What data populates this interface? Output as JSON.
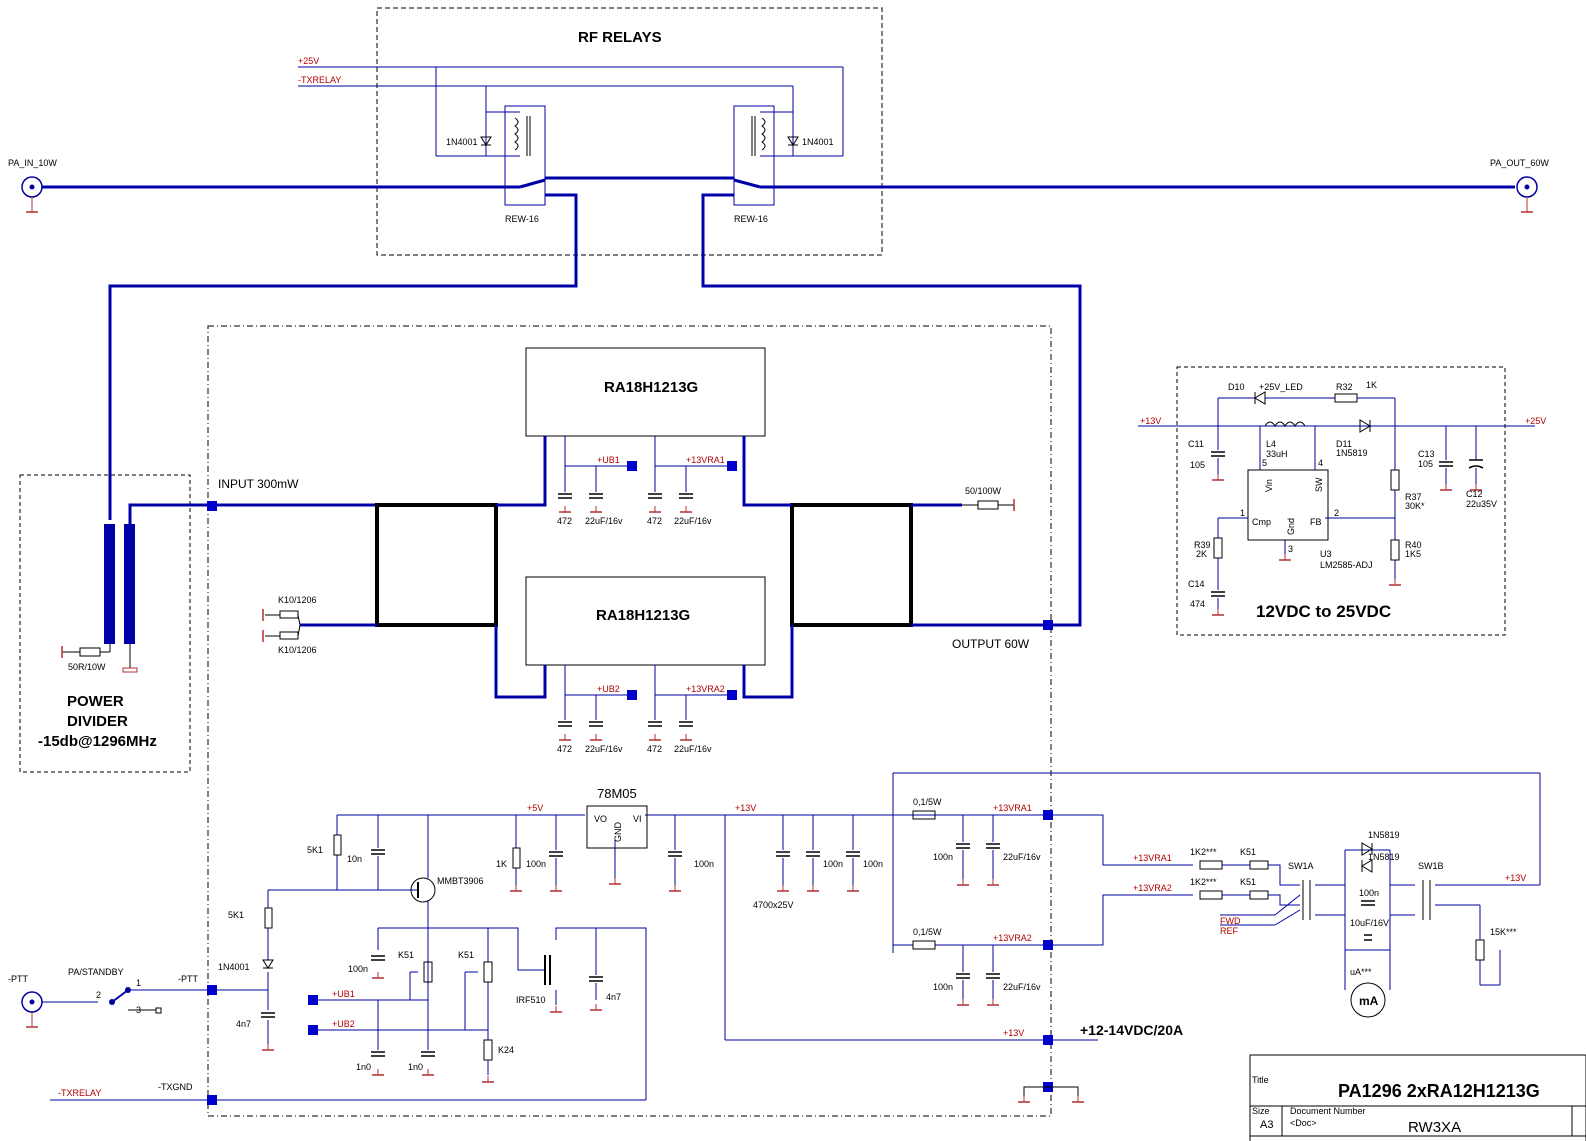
{
  "sections": {
    "rf_relays": "RF RELAYS",
    "power_divider": [
      "POWER",
      "DIVIDER",
      "-15db@1296MHz"
    ],
    "converter": "12VDC to 25VDC"
  },
  "ports": {
    "pa_in": "PA_IN_10W",
    "pa_out": "PA_OUT_60W",
    "ptt": "-PTT",
    "txgnd": "-TXGND",
    "input": "INPUT 300mW",
    "output": "OUTPUT 60W",
    "supply": "+12-14VDC/20A"
  },
  "relay": {
    "name": "REW-16",
    "diode": "1N4001",
    "v25": "+25V",
    "txrelay": "-TXRELAY"
  },
  "modules": {
    "top": "RA18H1213G",
    "bottom": "RA18H1213G"
  },
  "nets": {
    "ub1": "+UB1",
    "ub2": "+UB2",
    "vra1": "+13VRA1",
    "vra2": "+13VRA2",
    "v13": "+13V",
    "v5": "+5V",
    "fwd": "FWD",
    "ref": "REF"
  },
  "components": {
    "c472": "472",
    "c22u": "22uF/16v",
    "term": "50/100W",
    "k10": "K10/1206",
    "r50": "50R/10W",
    "reg": "78M05",
    "reg_vo": "VO",
    "reg_vi": "VI",
    "reg_gnd": "GND",
    "r5k1": "5K1",
    "c10n": "10n",
    "q": "MMBT3906",
    "r1k": "1K",
    "c100n": "100n",
    "c4700": "4700x25V",
    "r01": "0,1/5W",
    "r1k2": "1K2***",
    "k51": "K51",
    "sw1a": "SW1A",
    "sw1b": "SW1B",
    "d1n5819": "1N5819",
    "c10u": "10uF/16V",
    "ua": "uA***",
    "meter": "mA",
    "r15k": "15K***",
    "mosfet": "IRF510",
    "c4n7": "4n7",
    "c1n0": "1n0",
    "k24": "K24",
    "switch": "PA/STANDBY",
    "pin1": "1",
    "pin2": "2",
    "pin3": "3"
  },
  "converter_parts": {
    "d10": "D10",
    "led": "+25V_LED",
    "r32": "R32",
    "r32v": "1K",
    "c11": "C11",
    "c11v": "105",
    "l4": "L4",
    "l4v": "33uH",
    "d11": "D11",
    "d11v": "1N5819",
    "c13": "C13",
    "c13v": "105",
    "c12": "C12",
    "c12v": "22u35V",
    "r37": "R37",
    "r37v": "30K*",
    "vin": "Vin",
    "sw": "SW",
    "cmp": "Cmp",
    "gnd": "Gnd",
    "fb": "FB",
    "p5": "5",
    "p4": "4",
    "p1": "1",
    "p2": "2",
    "p3": "3",
    "r39": "R39",
    "r39v": "2K",
    "u3": "U3",
    "u3v": "LM2585-ADJ",
    "r40": "R40",
    "r40v": "1K5",
    "c14": "C14",
    "c14v": "474",
    "in": "+13V",
    "out": "+25V"
  },
  "titleblock": {
    "title_label": "Title",
    "title": "PA1296  2xRA12H1213G",
    "size_label": "Size",
    "size": "A3",
    "docnum_label": "Document Number",
    "doc": "<Doc>",
    "author": "RW3XA"
  },
  "colors": {
    "wire": "#0000a8",
    "thin": "#0000a0",
    "pad": "#0000cc",
    "net_label": "#b00000",
    "gnd": "#b03030",
    "frame": "#000000"
  }
}
